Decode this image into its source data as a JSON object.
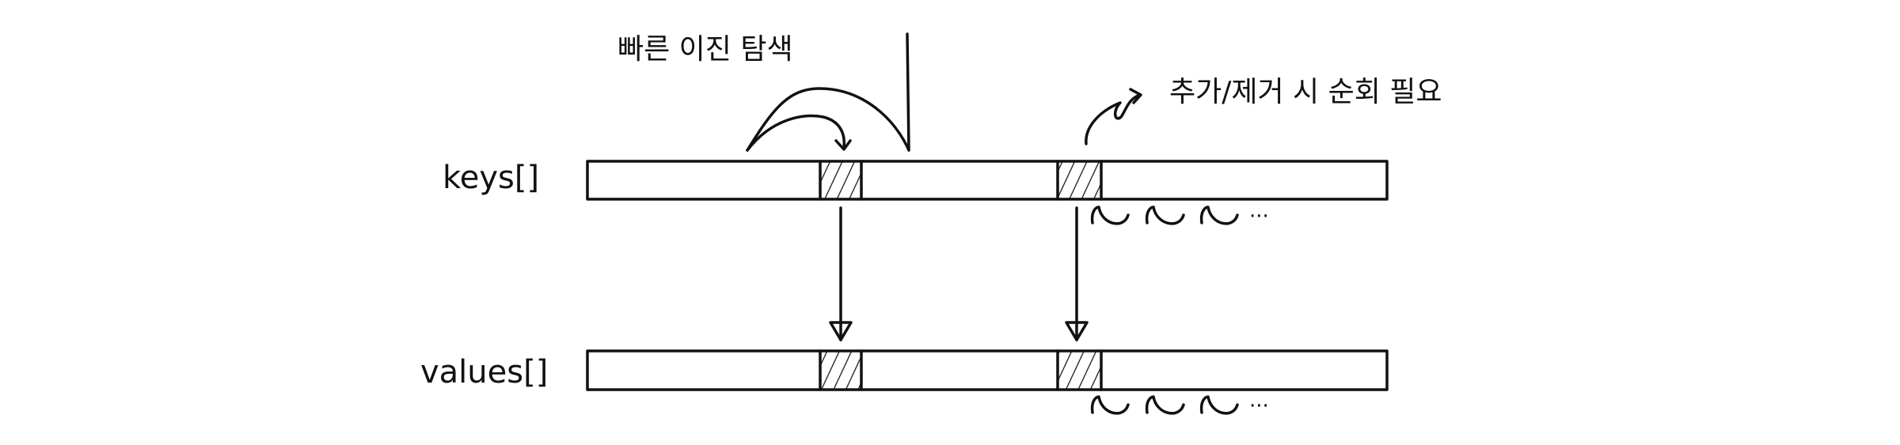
{
  "labels": {
    "keys": "keys[]",
    "values": "values[]"
  },
  "annotations": {
    "binary_search": "빠른 이진 탐색",
    "traversal": "추가/제거 시 순회 필요",
    "ellipsis": "···"
  },
  "colors": {
    "ink": "#111111",
    "background": "#ffffff"
  }
}
